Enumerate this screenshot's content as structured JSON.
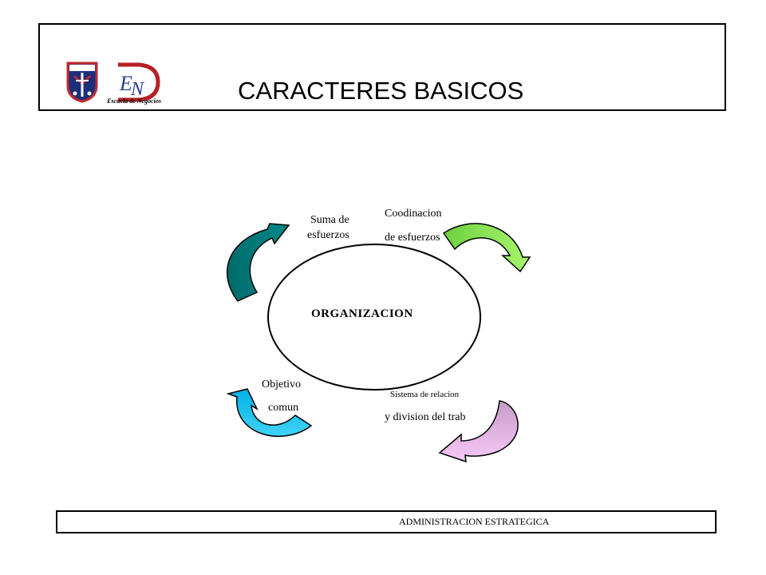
{
  "header": {
    "title": "CARACTERES BASICOS"
  },
  "logos": [
    {
      "name": "university-shield",
      "colors": {
        "shield": "#c0282e",
        "field": "#1c2f7a",
        "trim": "#ffffff"
      }
    },
    {
      "name": "escuela-de-negocios",
      "text": "Escuela de Negocios",
      "colors": {
        "letter_outline": "#b72025",
        "letters": "#24408e"
      }
    }
  ],
  "diagram": {
    "center": "ORGANIZACION",
    "labels": {
      "suma_line1": "Suma de",
      "suma_line2": "esfuerzos",
      "coord_line1": "Coodinacion",
      "coord_line2": "de esfuerzos",
      "objetivo_line1": "Objetivo",
      "objetivo_line2": "comun",
      "sistema_line1": "Sistema de relacion",
      "sistema_line2": "y division del trab"
    },
    "arrow_colors": {
      "top_left": "#007a7a",
      "top_right": "#8be64b",
      "bottom_right": "#cda8cf",
      "bottom_left": "#23c4ef"
    }
  },
  "footer": {
    "text": "ADMINISTRACION ESTRATEGICA"
  }
}
